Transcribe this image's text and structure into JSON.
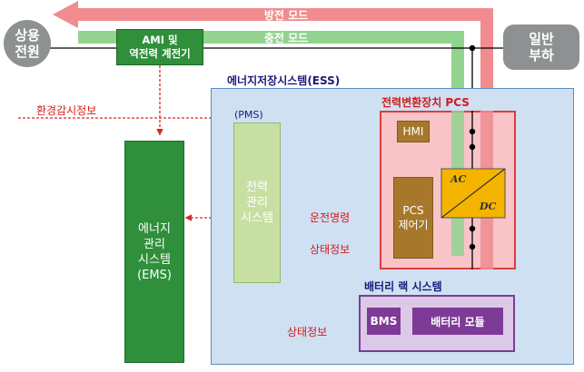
{
  "nodes": {
    "grid": {
      "label": "상용\n전원"
    },
    "load": {
      "label": "일반\n부하"
    },
    "ami": {
      "label": "AMI 및\n역전력 계전기"
    },
    "ess": {
      "title": "에너지저장시스템(ESS)"
    },
    "ems": {
      "label": "에너지\n관리\n시스템\n(EMS)"
    },
    "pms": {
      "tag": "(PMS)",
      "label": "전력\n관리\n시스템"
    },
    "pcs": {
      "title": "전력변환장치 PCS"
    },
    "hmi": {
      "label": "HMI"
    },
    "pcs_controller": {
      "label": "PCS\n제어기"
    },
    "converter": {
      "ac": "AC",
      "dc": "DC"
    },
    "battery_rack": {
      "title": "배터리 랙 시스템"
    },
    "bms": {
      "label": "BMS"
    },
    "battery_module": {
      "label": "배터리 모듈"
    }
  },
  "flows": {
    "discharge": {
      "label": "방전 모드",
      "color": "#f08c8f"
    },
    "charge": {
      "label": "충전 모드",
      "color": "#92d38f"
    }
  },
  "edges": {
    "env_monitoring": {
      "label": "환경감시정보"
    },
    "operation_command": {
      "label": "운전명령"
    },
    "status_info_pcs": {
      "label": "상태정보"
    },
    "status_info_bms": {
      "label": "상태정보"
    }
  },
  "colors": {
    "red_dotted": "#e0242a",
    "line": "#000000"
  }
}
